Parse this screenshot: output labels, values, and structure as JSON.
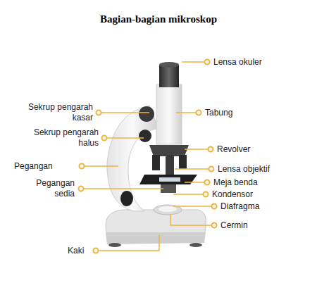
{
  "diagram": {
    "title": "Bagian-bagian mikroskop",
    "labels": [
      "Lensa okuler",
      "Sekrup pengarah kasar",
      "Tabung",
      "Sekrup pengarah halus",
      "Revolver",
      "Pegangan",
      "Lensa objektif",
      "Pegangan sedia",
      "Meja benda",
      "Kondensor",
      "Diafragma",
      "Cermin",
      "Kaki"
    ]
  }
}
